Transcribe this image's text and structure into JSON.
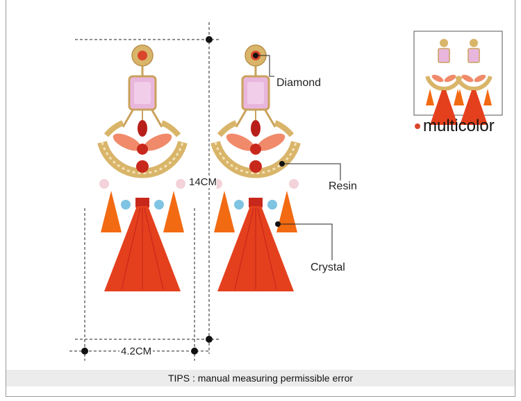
{
  "labels": {
    "diamond": "Diamond",
    "resin": "Resin",
    "crystal": "Crystal"
  },
  "dimensions": {
    "height": "14CM",
    "width": "4.2CM"
  },
  "variant": {
    "name": "multicolor",
    "dot_color": "#d9452b"
  },
  "tips": "TIPS : manual measuring permissible error",
  "colors": {
    "gold": "#d9b56a",
    "pink_stone": "#e8b6dc",
    "coral_stone": "#f08a6a",
    "red_stone": "#c8281c",
    "orange_tassel": "#f26a12",
    "red_tassel": "#e4401e",
    "blue_bead": "#7fc4e2",
    "pink_bead": "#f3d2da"
  }
}
